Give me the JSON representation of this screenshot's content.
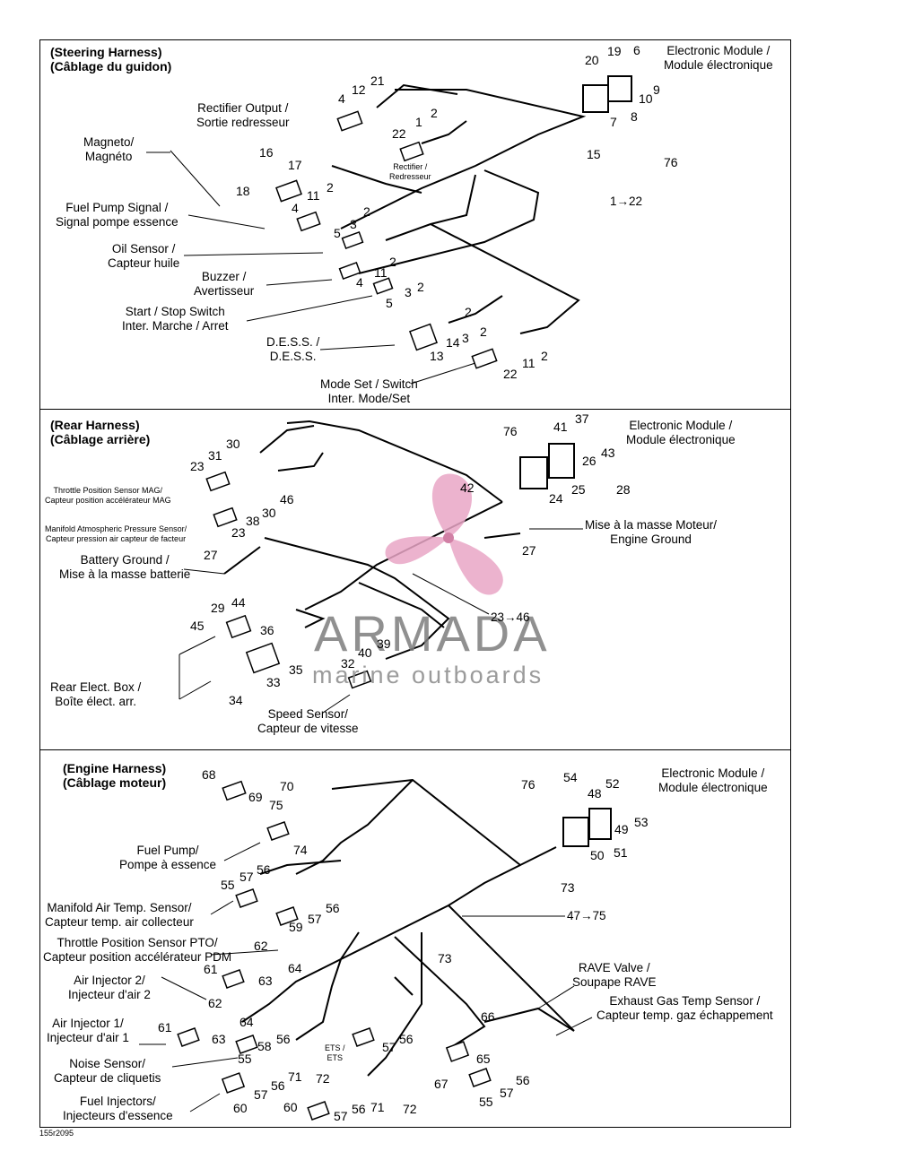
{
  "panels": {
    "steering": {
      "title": "(Steering Harness)\n(Câblage du guidon)",
      "labels": {
        "electronic_module": "Electronic Module /\nModule électronique",
        "rectifier_output": "Rectifier Output /\nSortie redresseur",
        "magneto": "Magneto/\nMagnéto",
        "rectifier": "Rectifier /\nRedresseur",
        "fuel_pump_signal": "Fuel Pump Signal /\nSignal pompe essence",
        "oil_sensor": "Oil Sensor /\nCapteur huile",
        "buzzer": "Buzzer /\nAvertisseur",
        "start_stop": "Start / Stop Switch\nInter. Marche / Arret",
        "dess": "D.E.S.S. /\nD.E.S.S.",
        "mode_set": "Mode Set / Switch\nInter. Mode/Set",
        "range": "1→22"
      },
      "callouts": [
        "20",
        "19",
        "6",
        "10",
        "9",
        "8",
        "7",
        "76",
        "15",
        "21",
        "12",
        "4",
        "1",
        "2",
        "22",
        "16",
        "17",
        "18",
        "11",
        "2",
        "4",
        "2",
        "3",
        "5",
        "2",
        "4",
        "11",
        "2",
        "3",
        "2",
        "5",
        "14",
        "3",
        "2",
        "13",
        "11",
        "2",
        "22"
      ]
    },
    "rear": {
      "title": "(Rear Harness)\n(Câblage arrière)",
      "labels": {
        "electronic_module": "Electronic Module /\nModule électronique",
        "tps_mag": "Throttle Position Sensor MAG/\nCapteur position accélérateur MAG",
        "map_sensor": "Manifold Atmospheric Pressure Sensor/\nCapteur pression air capteur de facteur",
        "engine_ground": "Mise à la masse Moteur/\nEngine Ground",
        "battery_ground": "Battery Ground /\nMise à la masse batterie",
        "rear_box": "Rear Elect. Box /\nBoîte élect. arr.",
        "speed_sensor": "Speed Sensor/\nCapteur de vitesse",
        "range": "23→46"
      },
      "callouts": [
        "31",
        "30",
        "23",
        "76",
        "41",
        "37",
        "43",
        "26",
        "42",
        "24",
        "25",
        "28",
        "46",
        "38",
        "30",
        "23",
        "27",
        "27",
        "29",
        "44",
        "45",
        "36",
        "35",
        "33",
        "40",
        "39",
        "32",
        "34"
      ]
    },
    "engine": {
      "title": "(Engine Harness)\n(Câblage moteur)",
      "labels": {
        "electronic_module": "Electronic Module /\nModule électronique",
        "fuel_pump": "Fuel Pump/\nPompe à essence",
        "mat_sensor": "Manifold Air Temp. Sensor/\nCapteur temp. air collecteur",
        "tps_pto": "Throttle Position Sensor PTO/\nCapteur position accélérateur PDM",
        "air_injector_2": "Air Injector 2/\nInjecteur d'air 2",
        "air_injector_1": "Air Injector 1/\nInjecteur d'air 1",
        "noise_sensor": "Noise Sensor/\nCapteur de cliquetis",
        "fuel_injectors": "Fuel Injectors/\nInjecteurs d'essence",
        "rave_valve": "RAVE Valve /\nSoupape RAVE",
        "egt_sensor": "Exhaust Gas Temp Sensor /\nCapteur temp. gaz échappement",
        "ets": "ETS /\nETS",
        "range": "47→75"
      },
      "callouts": [
        "68",
        "70",
        "69",
        "75",
        "74",
        "76",
        "54",
        "48",
        "52",
        "53",
        "49",
        "51",
        "50",
        "73",
        "55",
        "57",
        "56",
        "59",
        "57",
        "56",
        "73",
        "62",
        "64",
        "61",
        "63",
        "62",
        "64",
        "63",
        "66",
        "61",
        "58",
        "56",
        "55",
        "57",
        "56",
        "65",
        "71",
        "72",
        "67",
        "60",
        "57",
        "56",
        "71",
        "72",
        "57",
        "56",
        "55",
        "60",
        "57",
        "56"
      ]
    }
  },
  "watermark": {
    "brand": "ARMADA",
    "tagline": "marine outboards"
  },
  "figure_code": "155r2095"
}
